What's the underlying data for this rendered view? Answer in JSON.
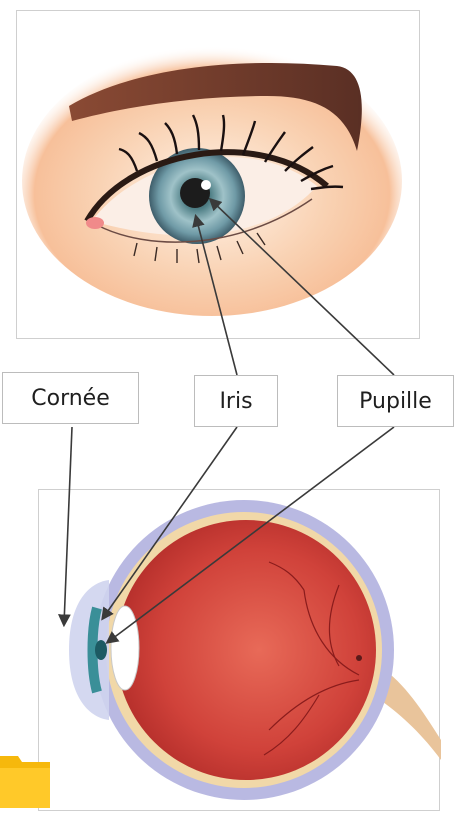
{
  "labels": {
    "cornea": "Cornée",
    "iris": "Iris",
    "pupil": "Pupille"
  },
  "icons": {
    "corner": "folder-icon"
  },
  "colors": {
    "skin": "#f7c9a6",
    "brow": "#6b3a2c",
    "iris": "#7fa7b4",
    "eyeball": "#d84a40",
    "sclera_outer": "#a9a9d8",
    "arrow": "#3a3a3a",
    "folder": "#f6b80c"
  }
}
